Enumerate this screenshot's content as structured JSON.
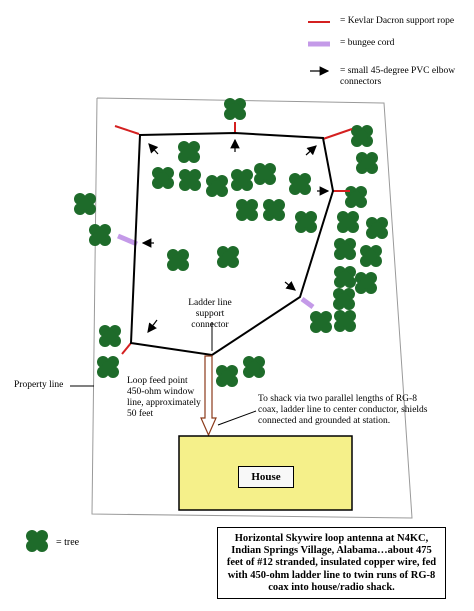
{
  "legend": {
    "rope": "= Kevlar Dacron support rope",
    "bungee": "= bungee cord",
    "elbow": "= small 45-degree PVC elbow connectors"
  },
  "colors": {
    "rope": "#d42020",
    "bungee": "#c49ae8",
    "tree": "#1e6b2a",
    "house_fill": "#f5f08a",
    "ladder_fill": "#ffffff",
    "ladder_stroke": "#8b3a1a",
    "property_line": "#9a9a9a"
  },
  "labels": {
    "ladder_support": "Ladder line support connector",
    "feed_point": "Loop feed point 450-ohm window line, approximately 50 feet",
    "property_line": "Property line",
    "to_shack": "To shack via two parallel lengths of RG-8 coax, ladder line to center conductor, shields connected and grounded at station.",
    "house": "House",
    "tree_key": "= tree"
  },
  "caption": "Horizontal Skywire loop antenna at N4KC, Indian Springs Village, Alabama…about 475 feet of #12 stranded, insulated copper wire, fed with 450-ohm ladder line to twin runs of RG-8 coax into house/radio shack.",
  "icons": [
    "tree-icon",
    "arrow-icon"
  ]
}
